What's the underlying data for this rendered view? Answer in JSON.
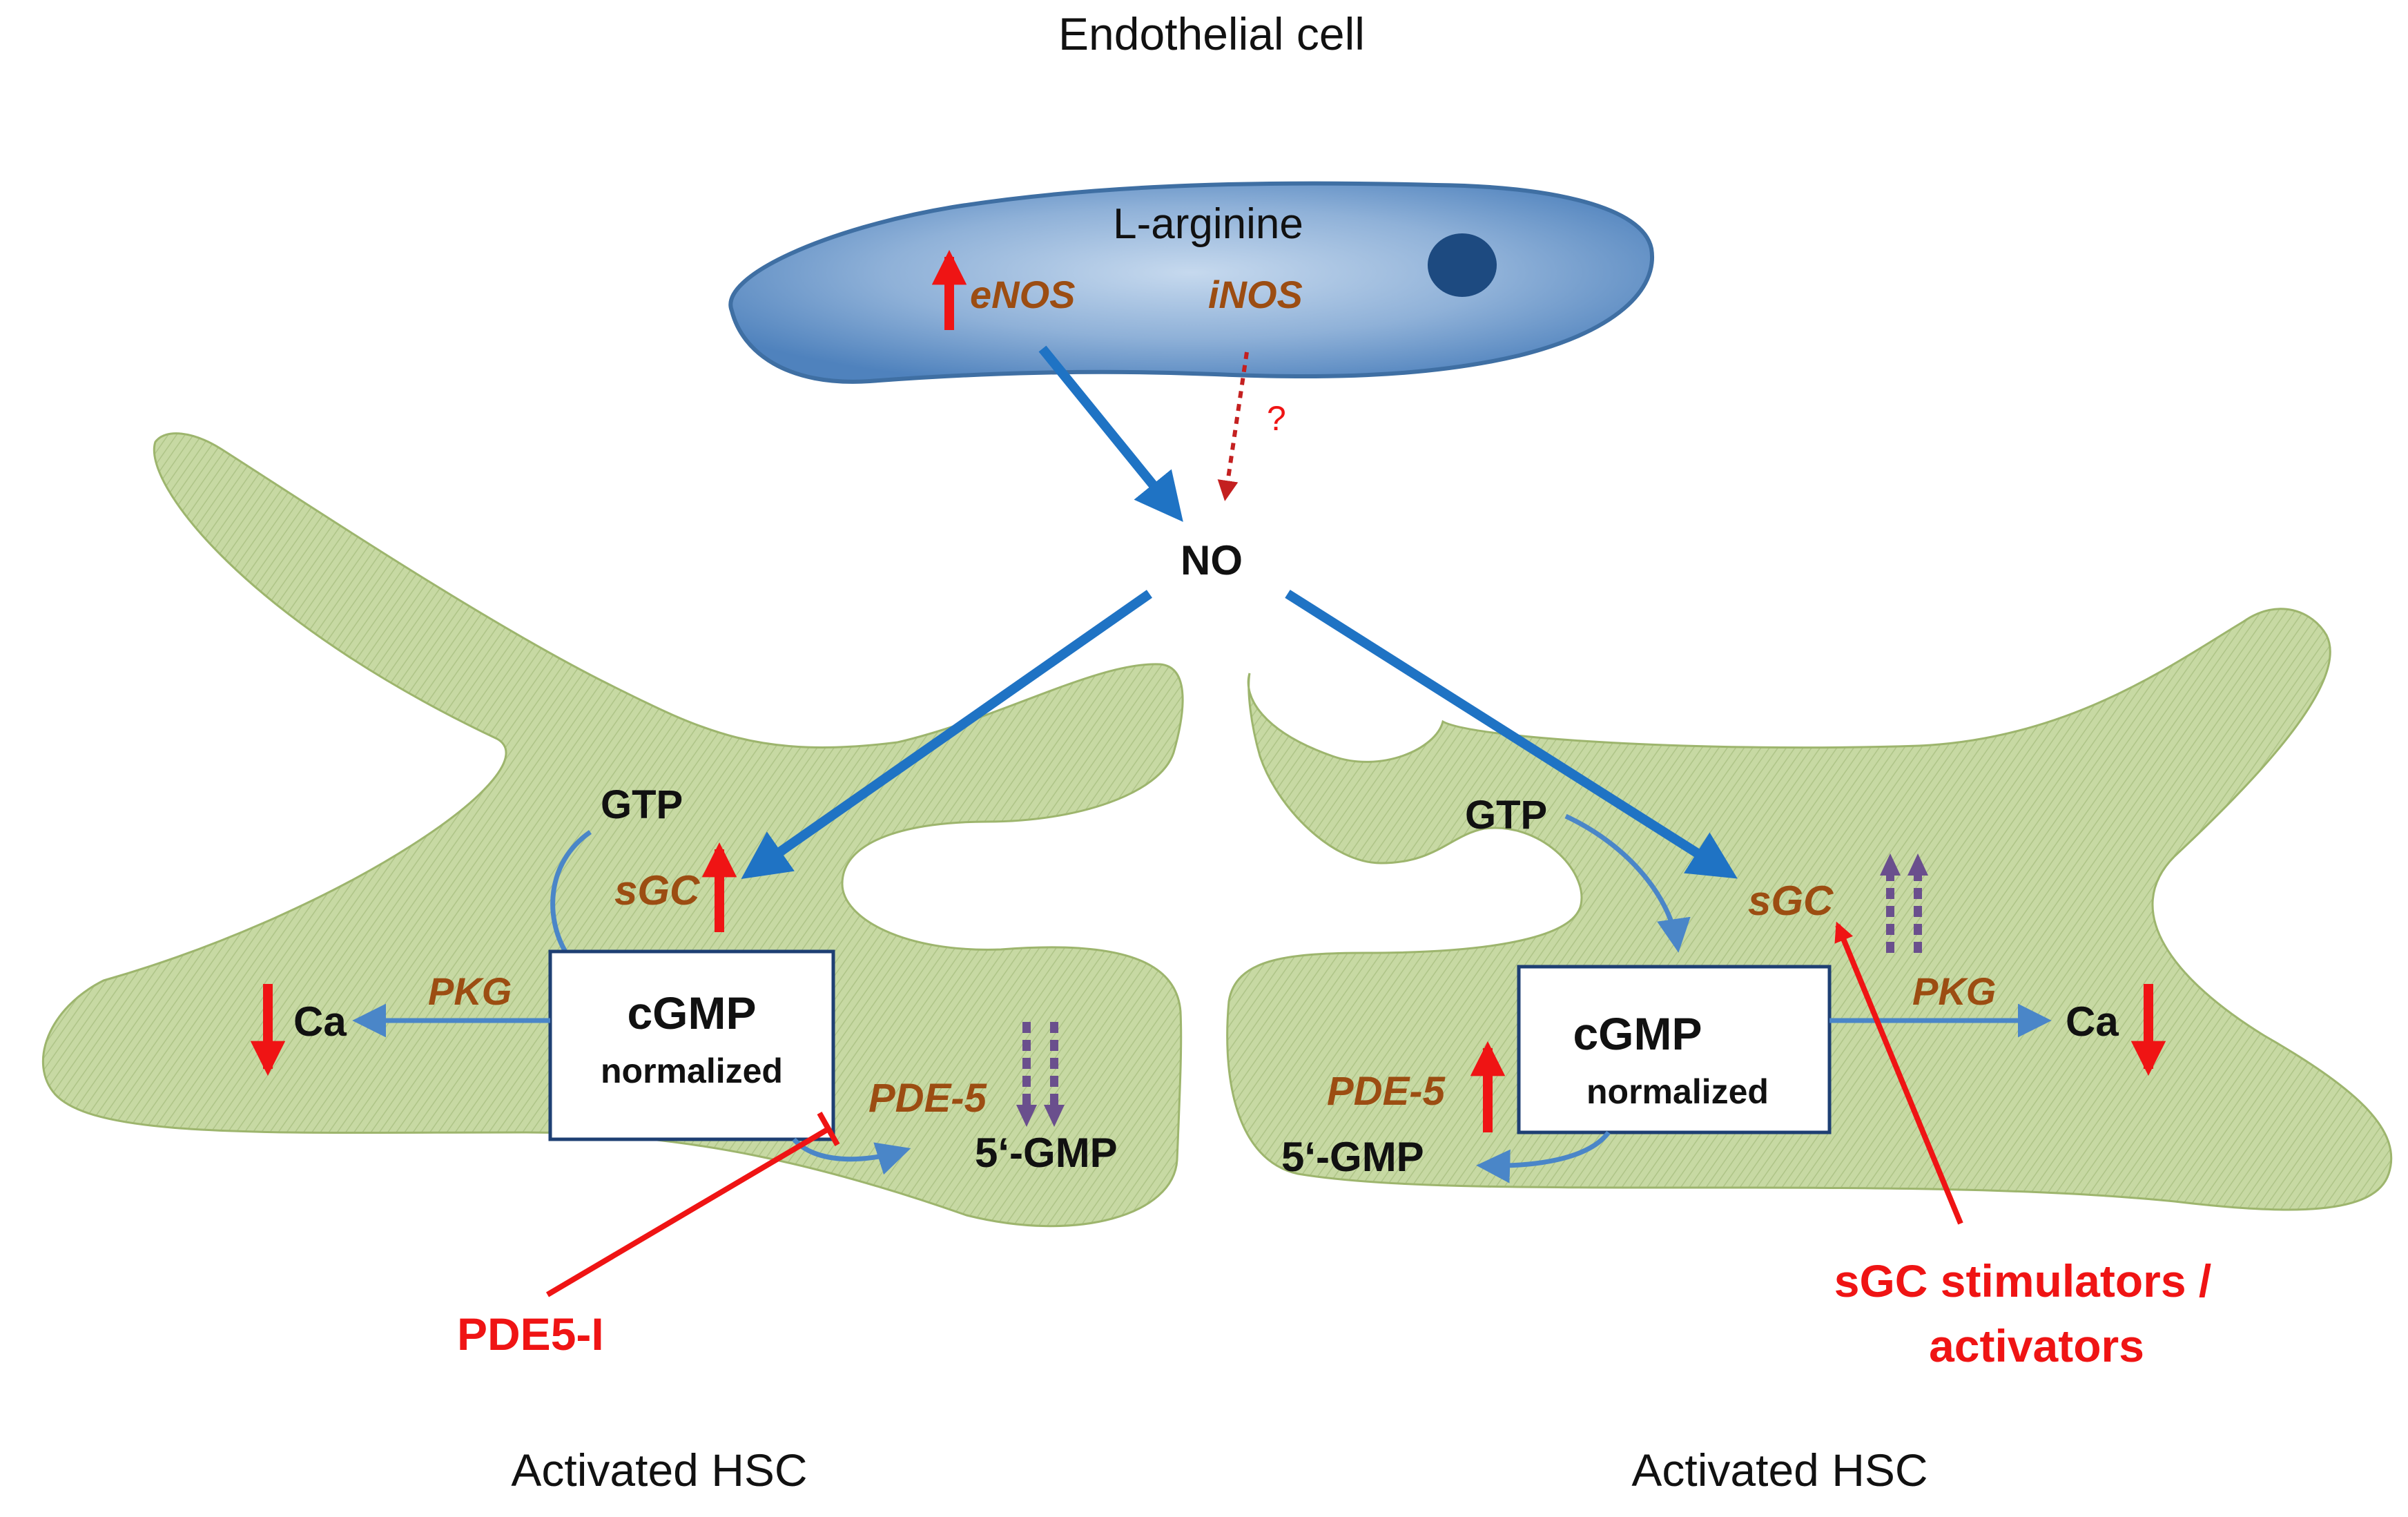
{
  "title": "Endothelial cell",
  "endothelial": {
    "substrate": "L-arginine",
    "enzyme_enos": "eNOS",
    "enzyme_inos": "iNOS",
    "question_mark": "?"
  },
  "no_label": "NO",
  "left_cell": {
    "caption": "Activated HSC",
    "gtp": "GTP",
    "sgc": "sGC",
    "pkg": "PKG",
    "ca": "Ca",
    "cgmp": "cGMP",
    "cgmp_status": "normalized",
    "pde5": "PDE-5",
    "gmp": "5‘-GMP",
    "drug": "PDE5-I"
  },
  "right_cell": {
    "caption": "Activated HSC",
    "gtp": "GTP",
    "sgc": "sGC",
    "pkg": "PKG",
    "ca": "Ca",
    "cgmp": "cGMP",
    "cgmp_status": "normalized",
    "pde5": "PDE-5",
    "gmp": "5‘-GMP",
    "drug_line1": "sGC stimulators  /",
    "drug_line2": "activators"
  },
  "colors": {
    "endothelial_fill_center": "#b9cfe6",
    "endothelial_fill_edge": "#5b8cc4",
    "endothelial_stroke": "#3f6fa3",
    "nucleus": "#1d4a80",
    "hsc_fill": "#c9dba4",
    "hsc_stroke": "#9db56d",
    "pathway_blue": "#1f73c4",
    "thin_blue": "#4a86c8",
    "red": "#ef1414",
    "dark_red": "#c42020",
    "enzyme_brown": "#9c4d12",
    "purple": "#6a4f8d"
  }
}
